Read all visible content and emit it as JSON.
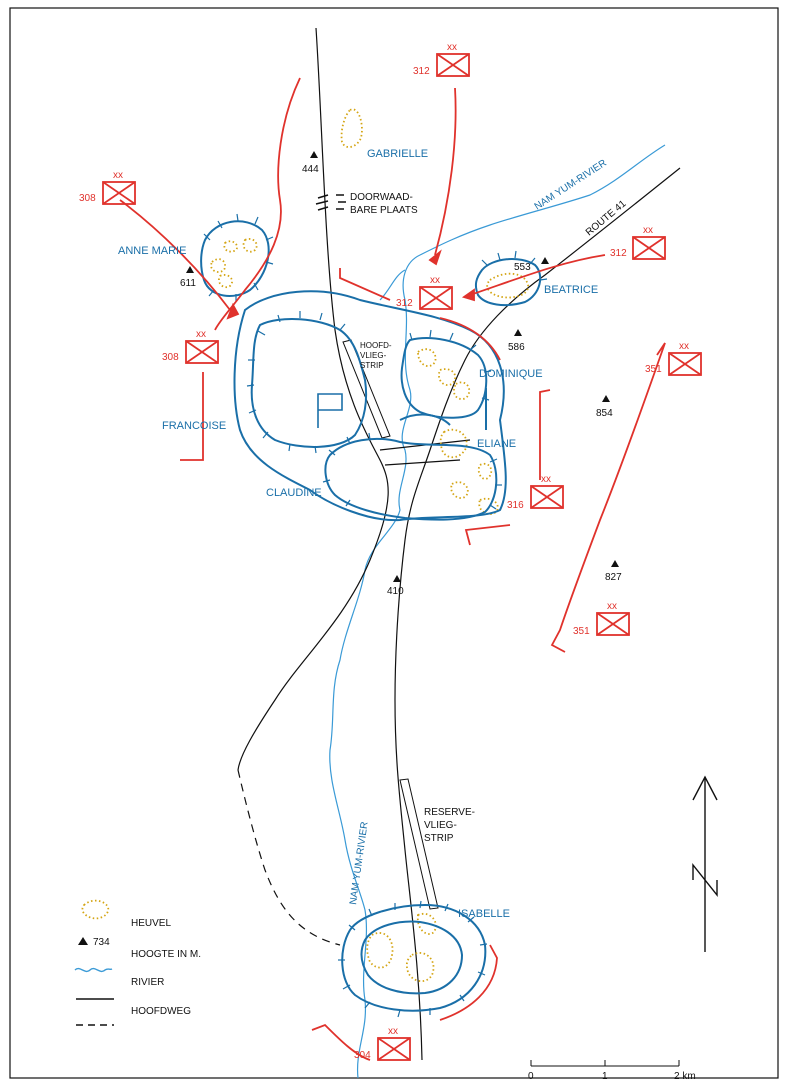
{
  "colors": {
    "positions": "#1a6fa8",
    "enemy": "#e0322c",
    "hills": "#d4a514",
    "roads": "#111111",
    "river": "#3a9ad6"
  },
  "positions": {
    "gabrielle": "GABRIELLE",
    "anne_marie": "ANNE MARIE",
    "beatrice": "BEATRICE",
    "dominique": "DOMINIQUE",
    "francoise": "FRANCOISE",
    "eliane": "ELIANE",
    "claudine": "CLAUDINE",
    "isabelle": "ISABELLE"
  },
  "labels": {
    "ford": [
      "DOORWAAD-",
      "BARE PLAATS"
    ],
    "main_airstrip": [
      "HOOFD-",
      "VLIEG-",
      "STRIP"
    ],
    "reserve_airstrip": [
      "RESERVE-",
      "VLIEG-",
      "STRIP"
    ],
    "river_north": "NAM YUM-RIVIER",
    "river_south": "NAM YUM-RIVIER",
    "route": "ROUTE 41"
  },
  "heights": [
    "444",
    "611",
    "553",
    "586",
    "854",
    "410",
    "827"
  ],
  "divisions": {
    "symbol": "xx",
    "d312_north": "312",
    "d308_west": "308",
    "d312_east": "312",
    "d312_center": "312",
    "d308_center": "308",
    "d351_north": "351",
    "d316": "316",
    "d351_south": "351",
    "d304": "304"
  },
  "legend": {
    "hill": "HEUVEL",
    "height_sample": "734",
    "height": "HOOGTE IN M.",
    "river": "RIVIER",
    "main_road": "HOOFDWEG",
    "track": ""
  },
  "scale": {
    "ticks": [
      "0",
      "1",
      "2 km"
    ]
  },
  "north_icon": "north-arrow-icon"
}
